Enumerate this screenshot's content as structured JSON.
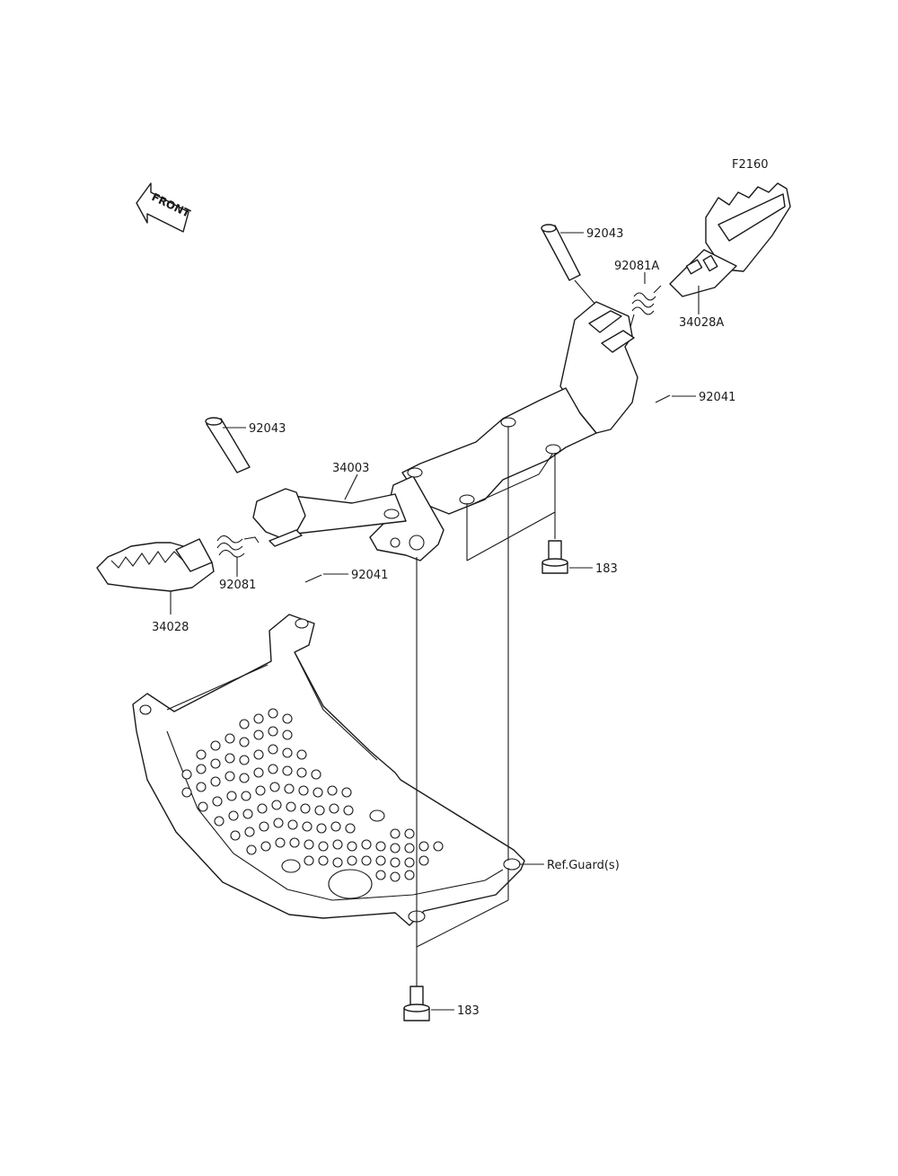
{
  "figure_code": "F2160",
  "front_arrow": {
    "text": "FRONT",
    "icon": "front-direction-arrow-icon"
  },
  "labels": {
    "pin_right": "92043",
    "spring_right": "92081A",
    "footpeg_right": "34028A",
    "cotter_right": "92041",
    "pin_left": "92043",
    "bracket": "34003",
    "spring_left": "92081",
    "cotter_left": "92041",
    "footpeg_left": "34028",
    "bolt_upper": "183",
    "bolt_lower": "183",
    "guard_ref": "Ref.Guard(s)"
  }
}
